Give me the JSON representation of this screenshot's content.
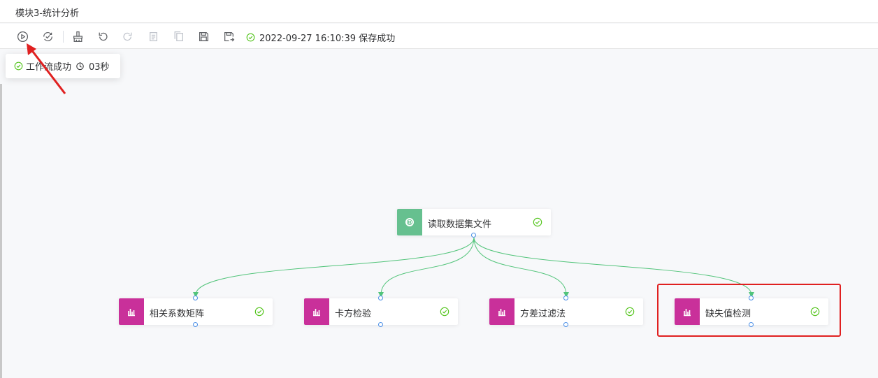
{
  "window": {
    "title": "模块3-统计分析"
  },
  "toolbar": {
    "buttons": [
      {
        "name": "run-button",
        "icon": "play-circle-icon"
      },
      {
        "name": "validate-button",
        "icon": "check-sync-icon"
      },
      {
        "name": "clear-button",
        "icon": "brush-icon"
      },
      {
        "name": "undo-button",
        "icon": "undo-icon"
      },
      {
        "name": "redo-button",
        "icon": "redo-icon"
      },
      {
        "name": "copy-button",
        "icon": "copy-icon"
      },
      {
        "name": "paste-button",
        "icon": "paste-icon"
      },
      {
        "name": "save-button",
        "icon": "save-icon"
      },
      {
        "name": "save-as-button",
        "icon": "save-as-icon"
      }
    ],
    "save_status": "2022-09-27 16:10:39 保存成功"
  },
  "popup": {
    "status": "工作流成功",
    "duration": "03秒"
  },
  "nodes": [
    {
      "label": "读取数据集文件",
      "status": "success",
      "color": "#66c08f"
    },
    {
      "label": "相关系数矩阵",
      "status": "success",
      "color": "#c9309a"
    },
    {
      "label": "卡方检验",
      "status": "success",
      "color": "#c9309a"
    },
    {
      "label": "方差过滤法",
      "status": "success",
      "color": "#c9309a"
    },
    {
      "label": "缺失值检测",
      "status": "success",
      "color": "#c9309a"
    }
  ],
  "colors": {
    "success": "#52c41a",
    "edge": "#52c47a",
    "port": "#4a8fe7",
    "highlight": "#e02020"
  }
}
